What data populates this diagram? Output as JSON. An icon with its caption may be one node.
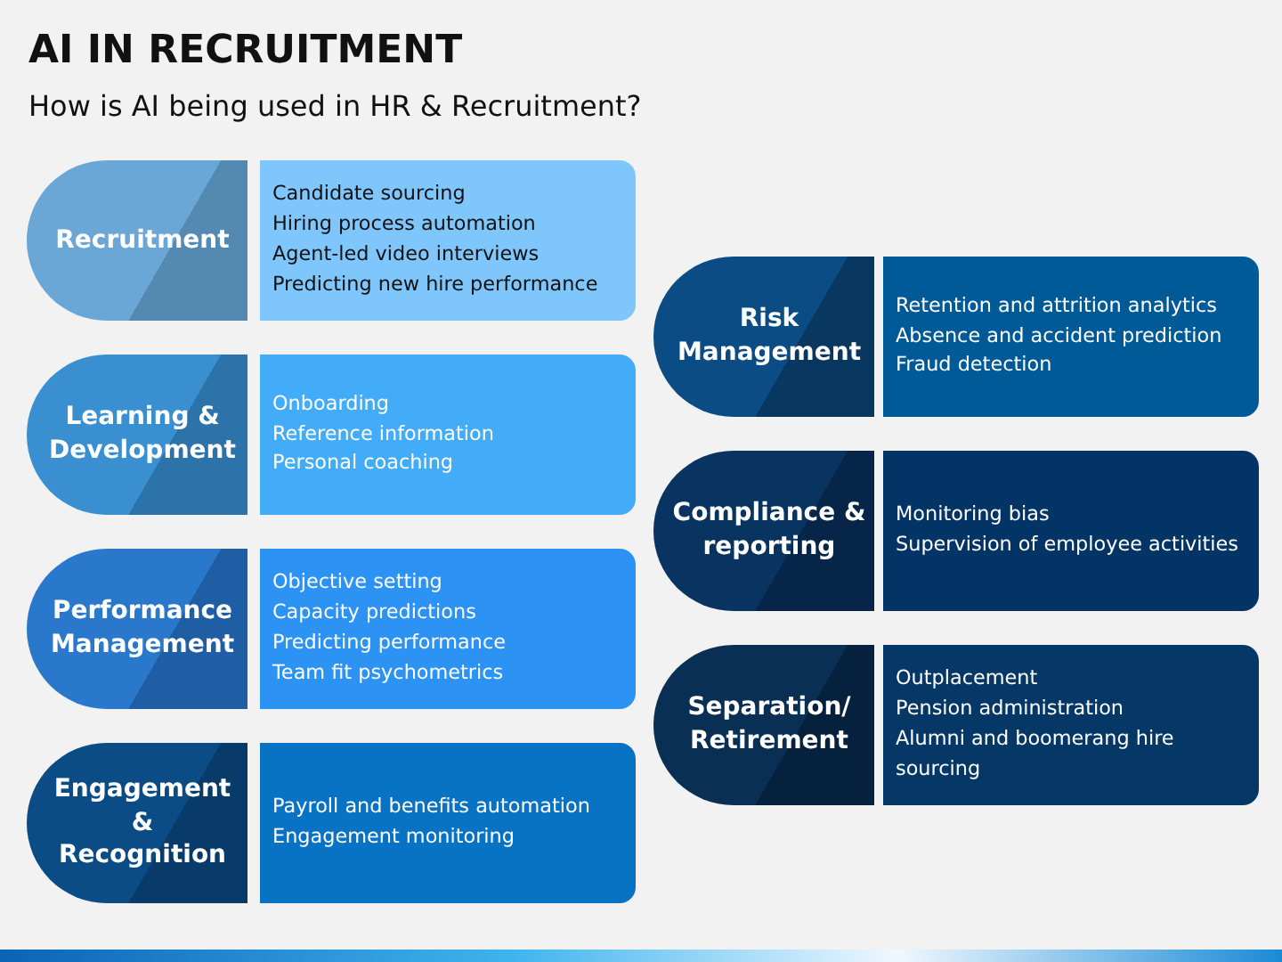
{
  "diagram": {
    "title": "AI IN RECRUITMENT",
    "caption": "How is AI being used in HR & Recruitment?",
    "nodes": [
      {
        "text": [
          "Recruitment"
        ]
      },
      {
        "text": [
          "Candidate sourcing",
          "Hiring process automation",
          "Agent-led video interviews",
          "Predicting new hire performance"
        ]
      },
      {
        "text": [
          "Learning & Development"
        ]
      },
      {
        "text": [
          "Onboarding",
          "Reference information",
          "Personal coaching"
        ]
      },
      {
        "text": [
          "Performance Management"
        ]
      },
      {
        "text": [
          "Objective setting",
          "Capacity predictions",
          "Predicting performance",
          "Team fit psychometrics"
        ]
      },
      {
        "text": [
          "Engagement & Recognition"
        ]
      },
      {
        "text": [
          "Payroll and benefits automation",
          "Engagement monitoring"
        ]
      },
      {
        "text": [
          "Risk Management"
        ]
      },
      {
        "text": [
          "Retention and attrition analytics",
          "Absence and accident prediction",
          "Fraud detection"
        ]
      },
      {
        "text": [
          "Compliance & reporting"
        ]
      },
      {
        "text": [
          "Monitoring bias",
          "Supervision of employee activities"
        ]
      },
      {
        "text": [
          "Separation/ Retirement"
        ]
      },
      {
        "text": [
          "Outplacement",
          "Pension administration",
          "Alumni and boomerang hire sourcing"
        ]
      }
    ],
    "edges": []
  }
}
